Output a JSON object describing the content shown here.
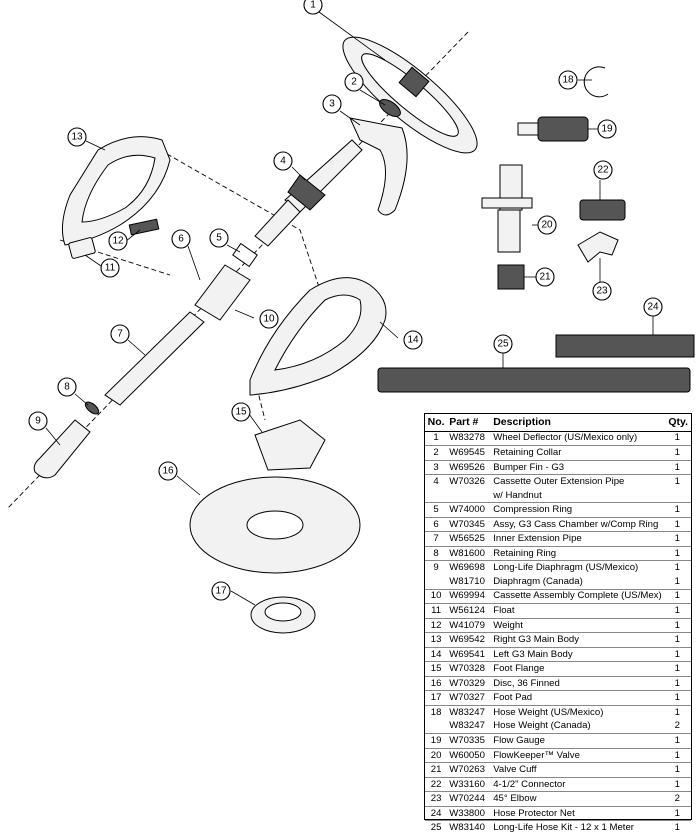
{
  "callouts": [
    "1",
    "2",
    "3",
    "4",
    "5",
    "6",
    "7",
    "8",
    "9",
    "10",
    "11",
    "12",
    "13",
    "14",
    "15",
    "16",
    "17",
    "18",
    "19",
    "20",
    "21",
    "22",
    "23",
    "24",
    "25"
  ],
  "table": {
    "headers": {
      "no": "No.",
      "part": "Part #",
      "description": "Description",
      "qty": "Qty."
    },
    "rows": [
      {
        "no": "1",
        "part": "W83278",
        "description": "Wheel Deflector (US/Mexico only)",
        "qty": "1"
      },
      {
        "no": "2",
        "part": "W69545",
        "description": "Retaining Collar",
        "qty": "1"
      },
      {
        "no": "3",
        "part": "W69526",
        "description": "Bumper Fin - G3",
        "qty": "1"
      },
      {
        "no": "4",
        "part": "W70326",
        "description": "Cassette Outer Extension Pipe",
        "qty": "1"
      },
      {
        "no": "",
        "part": "",
        "description": "w/ Handnut",
        "qty": ""
      },
      {
        "no": "5",
        "part": "W74000",
        "description": "Compression Ring",
        "qty": "1"
      },
      {
        "no": "6",
        "part": "W70345",
        "description": "Assy, G3 Cass Chamber w/Comp Ring",
        "qty": "1"
      },
      {
        "no": "7",
        "part": "W56525",
        "description": "Inner Extension Pipe",
        "qty": "1"
      },
      {
        "no": "8",
        "part": "W81600",
        "description": "Retaining Ring",
        "qty": "1"
      },
      {
        "no": "9",
        "part": "W69698",
        "description": "Long-Life Diaphragm (US/Mexico)",
        "qty": "1"
      },
      {
        "no": "",
        "part": "W81710",
        "description": "Diaphragm (Canada)",
        "qty": "1"
      },
      {
        "no": "10",
        "part": "W69994",
        "description": "Cassette Assembly Complete (US/Mex)",
        "qty": "1"
      },
      {
        "no": "11",
        "part": "W56124",
        "description": "Float",
        "qty": "1"
      },
      {
        "no": "12",
        "part": "W41079",
        "description": "Weight",
        "qty": "1"
      },
      {
        "no": "13",
        "part": "W69542",
        "description": "Right G3 Main Body",
        "qty": "1"
      },
      {
        "no": "14",
        "part": "W69541",
        "description": "Left G3 Main Body",
        "qty": "1"
      },
      {
        "no": "15",
        "part": "W70328",
        "description": "Foot Flange",
        "qty": "1"
      },
      {
        "no": "16",
        "part": "W70329",
        "description": "Disc, 36 Finned",
        "qty": "1"
      },
      {
        "no": "17",
        "part": "W70327",
        "description": "Foot Pad",
        "qty": "1"
      },
      {
        "no": "18",
        "part": "W83247",
        "description": "Hose Weight (US/Mexico)",
        "qty": "1"
      },
      {
        "no": "",
        "part": "W83247",
        "description": "Hose Weight (Canada)",
        "qty": "2"
      },
      {
        "no": "19",
        "part": "W70335",
        "description": "Flow Gauge",
        "qty": "1"
      },
      {
        "no": "20",
        "part": "W60050",
        "description": "FlowKeeper™ Valve",
        "qty": "1"
      },
      {
        "no": "21",
        "part": "W70263",
        "description": "Valve Cuff",
        "qty": "1"
      },
      {
        "no": "22",
        "part": "W33160",
        "description": "4-1/2\" Connector",
        "qty": "1"
      },
      {
        "no": "23",
        "part": "W70244",
        "description": "45° Elbow",
        "qty": "2"
      },
      {
        "no": "24",
        "part": "W33800",
        "description": "Hose Protector Net",
        "qty": "1"
      },
      {
        "no": "25",
        "part": "W83140",
        "description": "Long-Life Hose Kit - 12 x 1 Meter",
        "qty": "1"
      }
    ]
  }
}
